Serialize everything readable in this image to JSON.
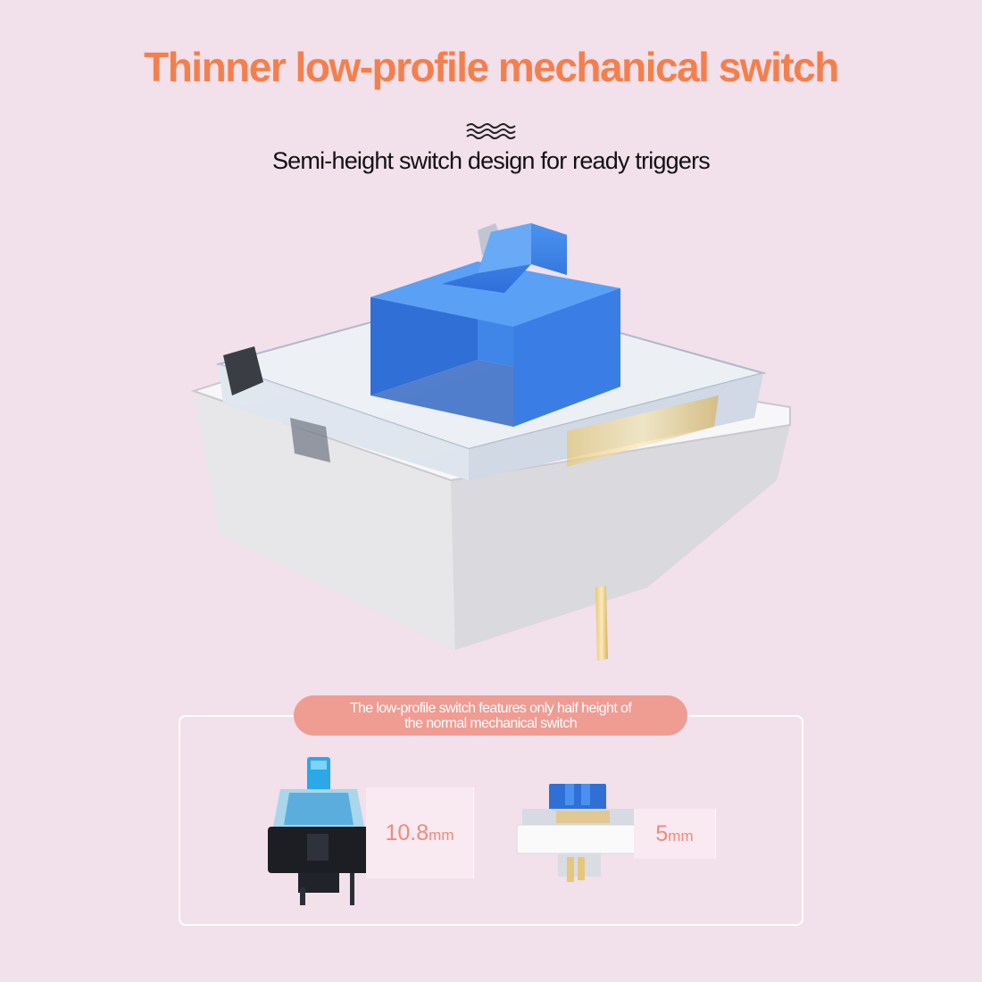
{
  "headline": "Thinner low-profile mechanical switch",
  "subheadline": "Semi-height switch design for ready triggers",
  "comparison": {
    "caption_line1": "The low-profile switch features only half height of",
    "caption_line2": "the normal mechanical switch",
    "standard_height_value": "10.8",
    "standard_height_unit": "mm",
    "low_profile_height_value": "5",
    "low_profile_height_unit": "mm"
  },
  "colors": {
    "background": "#f2e0ea",
    "headline": "#f57f4c",
    "pill": "#ef9c93",
    "stem_blue": "#3f86e8",
    "measure_text": "#f08a7e"
  },
  "icons": [
    "wave-icon"
  ]
}
